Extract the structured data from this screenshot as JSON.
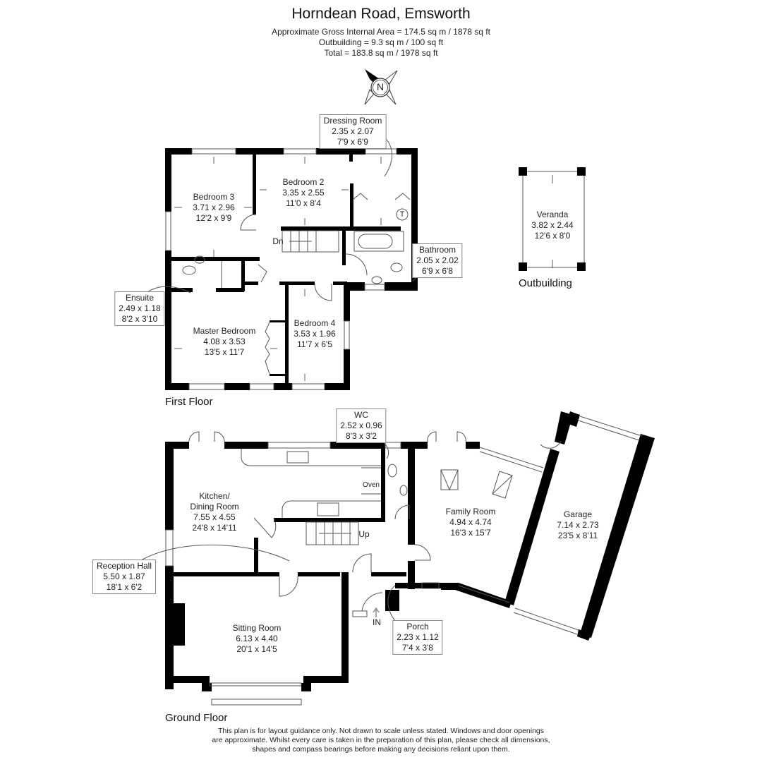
{
  "header": {
    "title": "Horndean Road, Emsworth",
    "area_lines": [
      "Approximate Gross Internal Area = 174.5 sq m / 1878 sq ft",
      "Outbuilding = 9.3 sq m / 100 sq ft",
      "Total = 183.8 sq m / 1978 sq ft"
    ]
  },
  "compass": {
    "label": "N",
    "icon": "north-compass-icon"
  },
  "first_floor": {
    "label": "First Floor",
    "rooms": [
      {
        "name": "Dressing Room",
        "metric": "2.35 x 2.07",
        "imperial": "7'9 x 6'9"
      },
      {
        "name": "Bedroom 3",
        "metric": "3.71 x 2.96",
        "imperial": "12'2 x 9'9"
      },
      {
        "name": "Bedroom 2",
        "metric": "3.35 x 2.55",
        "imperial": "11'0 x 8'4"
      },
      {
        "name": "Bathroom",
        "metric": "2.05 x 2.02",
        "imperial": "6'9 x 6'8"
      },
      {
        "name": "Ensuite",
        "metric": "2.49 x 1.18",
        "imperial": "8'2 x 3'10"
      },
      {
        "name": "Master Bedroom",
        "metric": "4.08 x 3.53",
        "imperial": "13'5 x 11'7"
      },
      {
        "name": "Bedroom 4",
        "metric": "3.53 x 1.96",
        "imperial": "11'7 x 6'5"
      }
    ],
    "annotations": {
      "stairs": "Dn",
      "tank": "T"
    }
  },
  "outbuilding": {
    "label": "Outbuilding",
    "rooms": [
      {
        "name": "Veranda",
        "metric": "3.82 x 2.44",
        "imperial": "12'6 x 8'0"
      }
    ]
  },
  "ground_floor": {
    "label": "Ground Floor",
    "rooms": [
      {
        "name": "WC",
        "metric": "2.52 x 0.96",
        "imperial": "8'3 x 3'2"
      },
      {
        "name": "Kitchen/",
        "name2": "Dining Room",
        "metric": "7.55 x 4.55",
        "imperial": "24'8 x 14'11"
      },
      {
        "name": "Family Room",
        "metric": "4.94 x 4.74",
        "imperial": "16'3 x 15'7"
      },
      {
        "name": "Garage",
        "metric": "7.14 x 2.73",
        "imperial": "23'5 x 8'11"
      },
      {
        "name": "Reception Hall",
        "metric": "5.50 x 1.87",
        "imperial": "18'1 x 6'2"
      },
      {
        "name": "Sitting Room",
        "metric": "6.13 x 4.40",
        "imperial": "20'1 x 14'5"
      },
      {
        "name": "Porch",
        "metric": "2.23 x 1.12",
        "imperial": "7'4 x 3'8"
      }
    ],
    "annotations": {
      "oven": "Oven",
      "stairs": "Up",
      "entrance": "IN"
    }
  },
  "disclaimer": [
    "This plan is for layout guidance only. Not drawn to scale unless stated. Windows and door openings",
    "are approximate. Whilst every care is taken in the preparation of this plan, please check all dimensions,",
    "shapes and compass bearings before making any decisions reliant upon them."
  ],
  "colors": {
    "wall": "#000000",
    "line": "#555555",
    "text": "#222222",
    "background": "#ffffff"
  }
}
